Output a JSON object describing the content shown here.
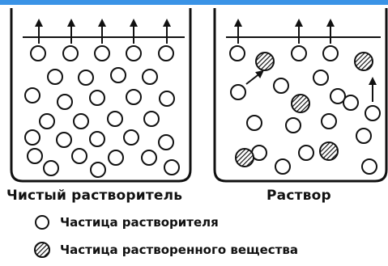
{
  "captions": {
    "pure_solvent": "Чистый растворитель",
    "solution": "Раствор"
  },
  "legend": {
    "solvent_particle": "Частица растворителя",
    "solute_particle": "Частица растворенного вещества"
  },
  "colors": {
    "topbar": "#3a93e6",
    "ink": "#111111"
  }
}
